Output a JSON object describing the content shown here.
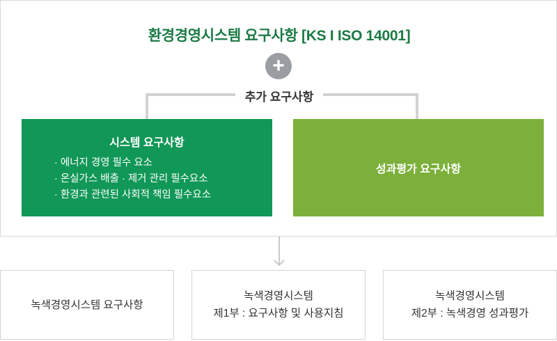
{
  "header": {
    "title": "환경경영시스템 요구사항 [KS I ISO 14001]",
    "plus_symbol": "+",
    "extra_requirements": "추가 요구사항"
  },
  "system_box": {
    "title": "시스템 요구사항",
    "items": [
      "에너지 경영 필수 요소",
      "온실가스 배출 · 제거 관리 필수요소",
      "환경과 관련된 사회적 책임 필수요소"
    ]
  },
  "performance_box": {
    "title": "성과평가 요구사항"
  },
  "bottom": [
    {
      "line1": "녹색경영시스템 요구사항",
      "line2": ""
    },
    {
      "line1": "녹색경영시스템",
      "line2": "제1부 : 요구사항 및 사용지침"
    },
    {
      "line1": "녹색경영시스템",
      "line2": "제2부 : 녹색경영 성과평가"
    }
  ],
  "colors": {
    "title_green": "#1a7a45",
    "system_green": "#119757",
    "performance_green": "#7cb03b",
    "connector_gray": "#d3d3d3",
    "plus_gray": "#9a9ea3"
  }
}
